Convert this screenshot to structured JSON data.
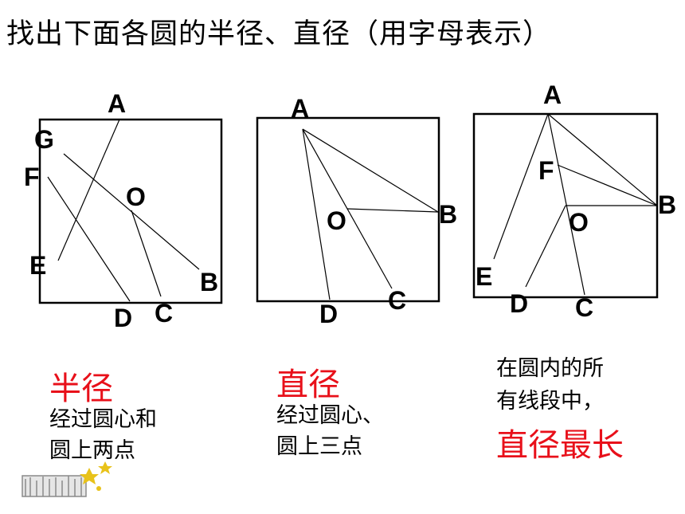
{
  "title": "找出下面各圆的半径、直径（用字母表示）",
  "figures": [
    {
      "labels": {
        "A": "A",
        "G": "G",
        "F": "F",
        "O": "O",
        "E": "E",
        "B": "B",
        "D": "D",
        "C": "C"
      }
    },
    {
      "labels": {
        "A": "A",
        "O": "O",
        "B": "B",
        "C": "C",
        "D": "D"
      }
    },
    {
      "labels": {
        "A": "A",
        "F": "F",
        "B": "B",
        "O": "O",
        "E": "E",
        "D": "D",
        "C": "C"
      }
    }
  ],
  "captions": {
    "radius_term": "半径",
    "radius_line1": "经过圆心和",
    "radius_line2": "圆上两点",
    "diameter_term": "直径",
    "diameter_line1": "经过圆心、",
    "diameter_line2": "圆上三点",
    "longest_line1": "在圆内的所",
    "longest_line2": "有线段中，",
    "longest_emph": "直径最长"
  },
  "colors": {
    "emphasis": "#e8101a",
    "ink": "#000000",
    "decor_gold": "#e8c21a"
  }
}
